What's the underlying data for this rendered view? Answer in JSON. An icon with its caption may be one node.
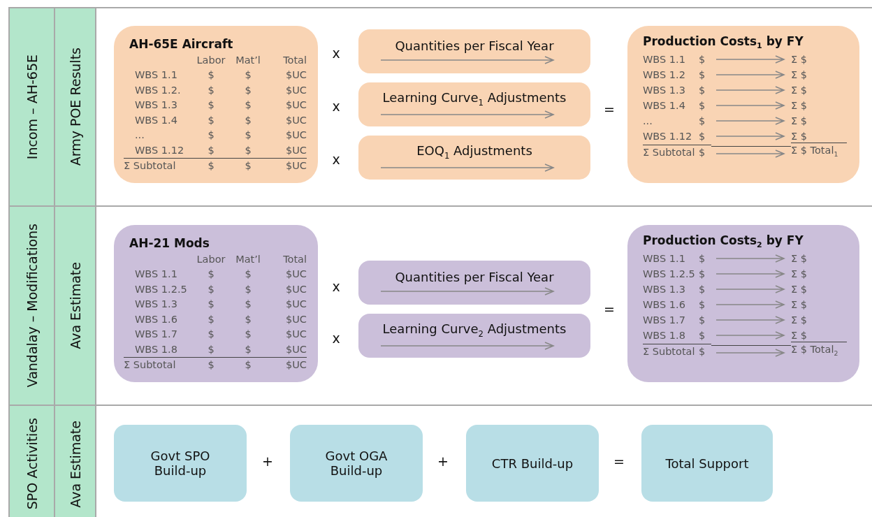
{
  "diagram": {
    "nodes": [
      {
        "text": [
          "Incom – AH-65E"
        ]
      },
      {
        "text": [
          "Army POE Results"
        ]
      },
      {
        "text": [
          "AH-65E Aircraft",
          "Labor",
          "Mat’l",
          "Total",
          "WBS 1.1",
          "$",
          "$",
          "$UC",
          "WBS 1.2.",
          "$",
          "$",
          "$UC",
          "WBS 1.3",
          "$",
          "$",
          "$UC",
          "WBS 1.4",
          "$",
          "$",
          "$UC",
          "...",
          "$",
          "$",
          "$UC",
          "WBS 1.12",
          "$",
          "$",
          "$UC",
          "Σ Subtotal",
          "$",
          "$",
          "$UC"
        ]
      },
      {
        "text": [
          "Quantities per Fiscal Year"
        ]
      },
      {
        "text": [
          "Learning Curve$_{1}$ Adjustments"
        ]
      },
      {
        "text": [
          "EOQ$_{1}$ Adjustments"
        ]
      },
      {
        "text": [
          "Production Costs$_{1}$ by FY",
          "WBS 1.1",
          "$",
          "Σ $",
          "WBS 1.2",
          "$",
          "Σ $",
          "WBS 1.3",
          "$",
          "Σ $",
          "WBS 1.4",
          "$",
          "Σ $",
          "...",
          "$",
          "Σ $",
          "WBS 1.12",
          "$",
          "Σ $",
          "Σ Subtotal",
          "$",
          "Σ $ Total$_{1}$"
        ]
      },
      {
        "text": [
          "Vandalay – Modifications"
        ]
      },
      {
        "text": [
          "Ava Estimate"
        ]
      },
      {
        "text": [
          "AH-21 Mods",
          "Labor",
          "Mat’l",
          "Total",
          "WBS 1.1",
          "$",
          "$",
          "$UC",
          "WBS 1.2.5",
          "$",
          "$",
          "$UC",
          "WBS 1.3",
          "$",
          "$",
          "$UC",
          "WBS 1.6",
          "$",
          "$",
          "$UC",
          "WBS 1.7",
          "$",
          "$",
          "$UC",
          "WBS 1.8",
          "$",
          "$",
          "$UC",
          "Σ Subtotal",
          "$",
          "$",
          "$UC"
        ]
      },
      {
        "text": [
          "Quantities per Fiscal Year"
        ]
      },
      {
        "text": [
          "Learning Curve$_{2}$ Adjustments"
        ]
      },
      {
        "text": [
          "Production Costs$_{2}$ by FY",
          "WBS 1.1",
          "$",
          "Σ $",
          "WBS 1.2.5",
          "$",
          "Σ $",
          "WBS 1.3",
          "$",
          "Σ $",
          "WBS 1.6",
          "$",
          "Σ $",
          "WBS 1.7",
          "$",
          "Σ $",
          "WBS 1.8",
          "$",
          "Σ $",
          "Σ Subtotal",
          "$",
          "Σ $ Total$_{2}$"
        ]
      },
      {
        "text": [
          "SPO Activities"
        ]
      },
      {
        "text": [
          "Ava Estimate"
        ]
      },
      {
        "text": [
          "Govt SPO Build-up"
        ]
      },
      {
        "text": [
          "Govt OGA Build-up"
        ]
      },
      {
        "text": [
          "CTR Build-up"
        ]
      },
      {
        "text": [
          "Total Support"
        ]
      }
    ],
    "edges": [],
    "labels": [
      "x",
      "x",
      "x",
      "=",
      "x",
      "x",
      "=",
      "+",
      "+",
      "="
    ]
  }
}
